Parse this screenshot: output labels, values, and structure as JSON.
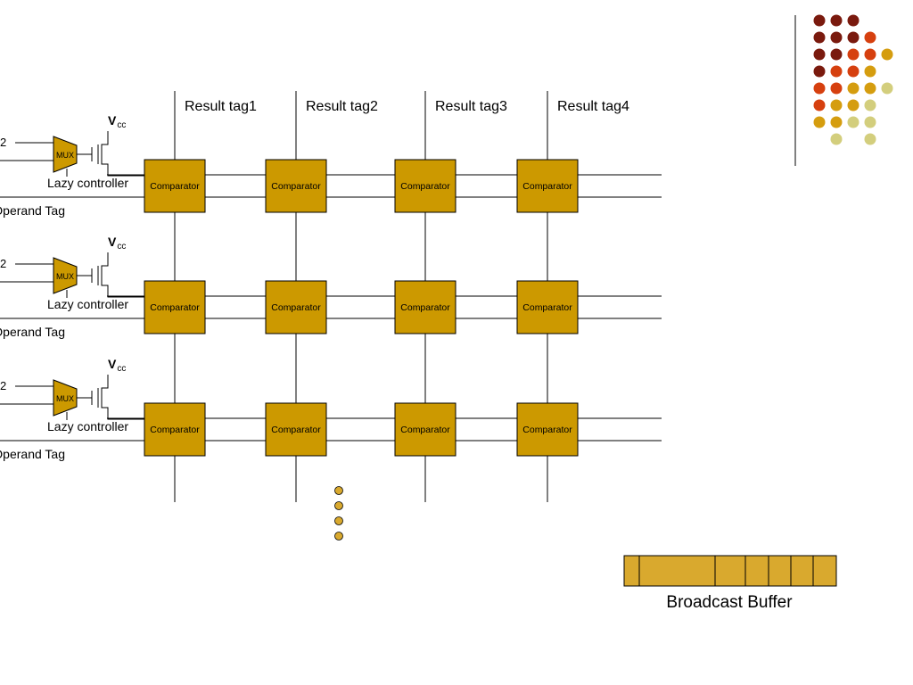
{
  "column_headers": [
    "Result tag1",
    "Result tag2",
    "Result tag3",
    "Result tag4"
  ],
  "rows": [
    {
      "input_label": "2",
      "mux_label": "MUX",
      "vcc_main": "V",
      "vcc_sub": "cc",
      "controller_label": "Lazy controller",
      "operand_label": "Operand Tag",
      "comparators": [
        "Comparator",
        "Comparator",
        "Comparator",
        "Comparator"
      ]
    },
    {
      "input_label": "2",
      "mux_label": "MUX",
      "vcc_main": "V",
      "vcc_sub": "cc",
      "controller_label": "Lazy controller",
      "operand_label": "Operand Tag",
      "comparators": [
        "Comparator",
        "Comparator",
        "Comparator",
        "Comparator"
      ]
    },
    {
      "input_label": "2",
      "mux_label": "MUX",
      "vcc_main": "V",
      "vcc_sub": "cc",
      "controller_label": "Lazy controller",
      "operand_label": "Operand Tag",
      "comparators": [
        "Comparator",
        "Comparator",
        "Comparator",
        "Comparator"
      ]
    }
  ],
  "continuation_dots": 4,
  "broadcast_buffer": {
    "label": "Broadcast Buffer",
    "cells": 7
  },
  "colors": {
    "comparator_fill": "#CC9900",
    "buffer_fill": "#D9A92E",
    "dot_fill": "#D9A92E",
    "line": "#000000",
    "palette": [
      "#7A1A0E",
      "#D6400F",
      "#D59D0F",
      "#D3CE7D"
    ]
  },
  "decoration_grid": [
    [
      "#7A1A0E",
      "#7A1A0E",
      "#7A1A0E",
      null,
      null
    ],
    [
      "#7A1A0E",
      "#7A1A0E",
      "#7A1A0E",
      "#D6400F",
      null
    ],
    [
      "#7A1A0E",
      "#7A1A0E",
      "#D6400F",
      "#D6400F",
      "#D59D0F"
    ],
    [
      "#7A1A0E",
      "#D6400F",
      "#D6400F",
      "#D59D0F",
      null
    ],
    [
      "#D6400F",
      "#D6400F",
      "#D59D0F",
      "#D59D0F",
      "#D3CE7D"
    ],
    [
      "#D6400F",
      "#D59D0F",
      "#D59D0F",
      "#D3CE7D",
      null
    ],
    [
      "#D59D0F",
      "#D59D0F",
      "#D3CE7D",
      "#D3CE7D",
      null
    ],
    [
      null,
      "#D3CE7D",
      null,
      "#D3CE7D",
      null
    ]
  ]
}
